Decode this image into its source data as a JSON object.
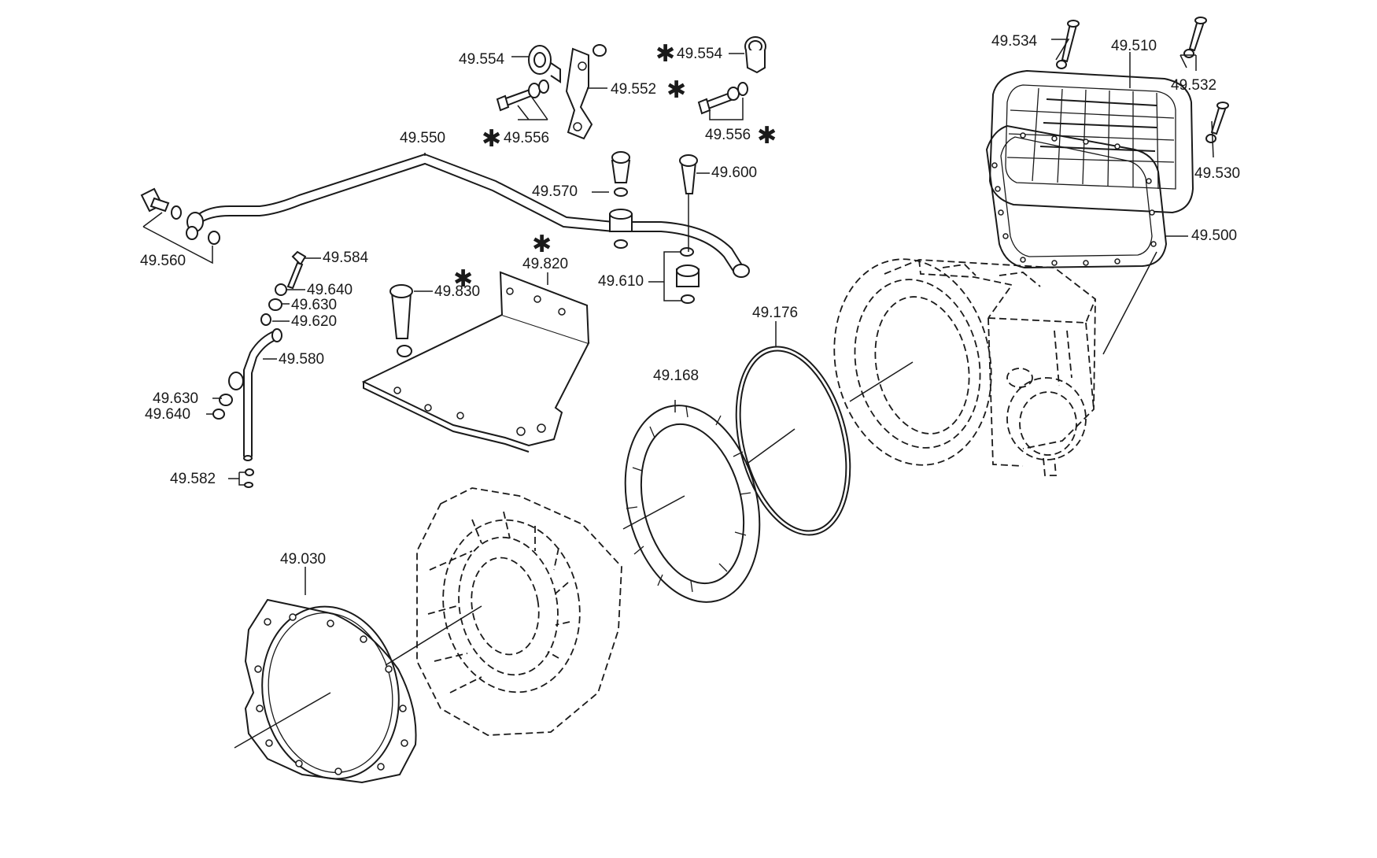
{
  "callouts": {
    "c49554a": "49.554",
    "c49552": "49.552",
    "c49556a": "49.556",
    "c49554b": "49.554",
    "c49556b": "49.556",
    "c49534": "49.534",
    "c49510": "49.510",
    "c49532": "49.532",
    "c49530": "49.530",
    "c49500": "49.500",
    "c49550": "49.550",
    "c49570": "49.570",
    "c49600": "49.600",
    "c49560": "49.560",
    "c49584": "49.584",
    "c49640a": "49.640",
    "c49630a": "49.630",
    "c49620": "49.620",
    "c49580": "49.580",
    "c49630b": "49.630",
    "c49640b": "49.640",
    "c49582": "49.582",
    "c49830": "49.830",
    "c49820": "49.820",
    "c49610": "49.610",
    "c49176": "49.176",
    "c49168": "49.168",
    "c49030": "49.030"
  },
  "markers": {
    "asterisk": "✱"
  }
}
